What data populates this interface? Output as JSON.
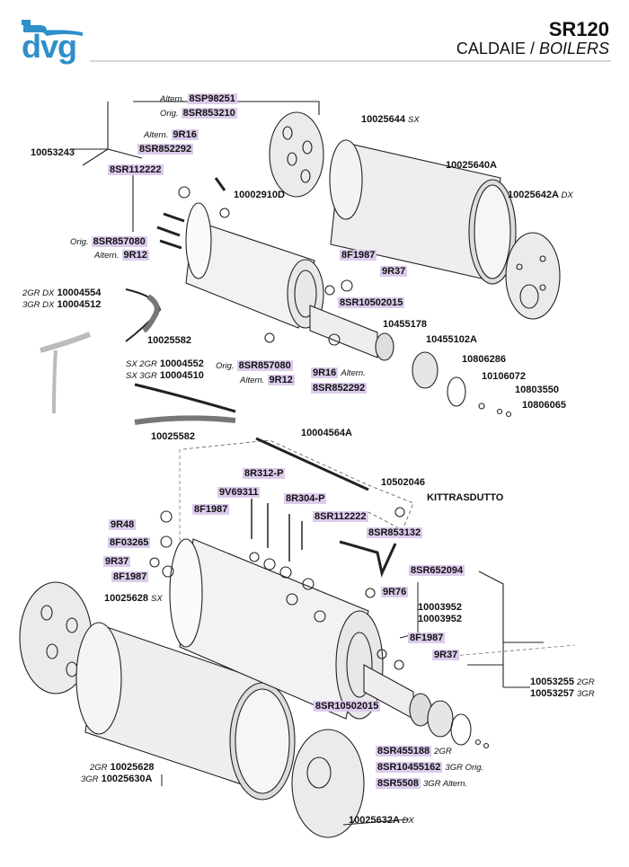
{
  "header": {
    "brand": "dvg",
    "model": "SR120",
    "sub_a": "CALDAIE",
    "sub_sep": " / ",
    "sub_b": "BOILERS"
  },
  "labels": {
    "l1": "Altern.",
    "l2": "8SP98251",
    "l3": "Orig.",
    "l4": "8SR853210",
    "l5": "10053243",
    "l6": "Altern.",
    "l7": "9R16",
    "l8": "8SR852292",
    "l9": "8SR112222",
    "l10": "10002910D",
    "l11": "Orig.",
    "l12": "8SR857080",
    "l13": "Altern.",
    "l14": "9R12",
    "l15": "10025644",
    "l16": "SX",
    "l17": "10025640A",
    "l18": "10025642A",
    "l19": "DX",
    "l20": "8F1987",
    "l21": "9R37",
    "l22": "8SR10502015",
    "l23": "10455178",
    "l24": "10455102A",
    "l25": "10806286",
    "l26": "10106072",
    "l27": "10803550",
    "l28": "10806065",
    "l29": "2GR DX",
    "l30": "10004554",
    "l31": "3GR DX",
    "l32": "10004512",
    "l33": "10025582",
    "l34": "SX 2GR",
    "l35": "10004552",
    "l36": "SX 3GR",
    "l37": "10004510",
    "l38": "Orig.",
    "l39": "8SR857080",
    "l40": "Altern.",
    "l41": "9R12",
    "l42": "9R16",
    "l43": "Altern.",
    "l44": "8SR852292",
    "l45": "10025582",
    "l46": "10004564A",
    "l47": "8R312-P",
    "l48": "10502046",
    "l49": "9V69311",
    "l50": "8R304-P",
    "l51": "KITTRASDUTTO",
    "l52": "8F1987",
    "l53": "8SR112222",
    "l54": "9R48",
    "l55": "8F03265",
    "l56": "8SR853132",
    "l57": "9R37",
    "l58": "8F1987",
    "l59": "8SR652094",
    "l60": "9R76",
    "l61": "10025628",
    "l62": "SX",
    "l63": "10003952",
    "l64": "10003952",
    "l65": "8F1987",
    "l66": "9R37",
    "l67": "10053255",
    "l68": "2GR",
    "l69": "10053257",
    "l70": "3GR",
    "l71": "8SR10502015",
    "l72": "2GR",
    "l73": "10025628",
    "l74": "3GR",
    "l75": "10025630A",
    "l76": "8SR455188",
    "l77": "2GR",
    "l78": "8SR10455162",
    "l79": "3GR Orig.",
    "l80": "8SR5508",
    "l81": "3GR Altern.",
    "l82": "10025632A",
    "l83": "DX"
  }
}
